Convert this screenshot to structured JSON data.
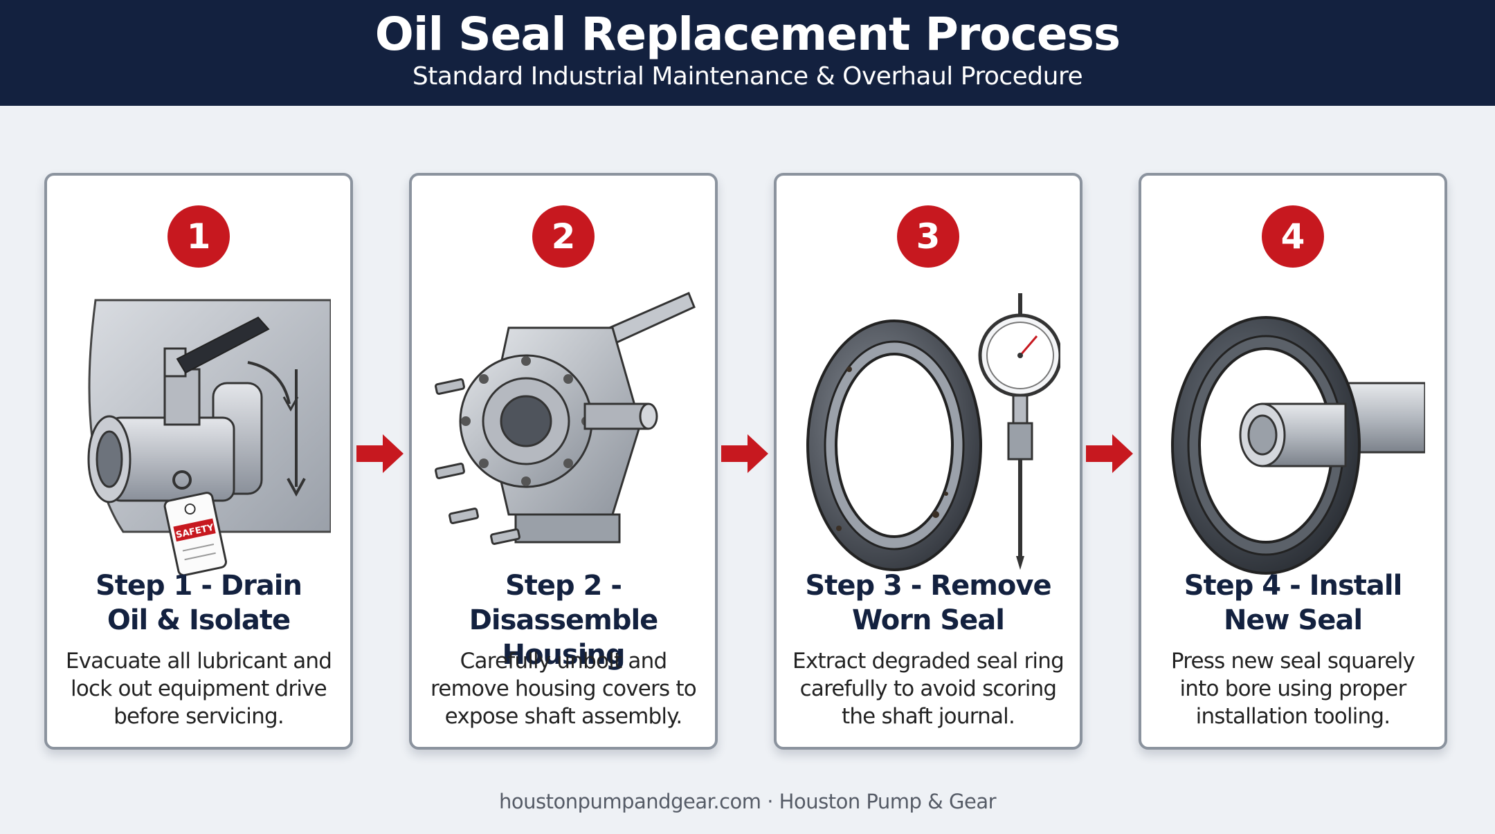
{
  "header": {
    "title": "Oil Seal Replacement Process",
    "subtitle": "Standard Industrial Maintenance & Overhaul Procedure"
  },
  "steps": [
    {
      "number": "1",
      "title_line1": "Step 1 - Drain",
      "title_line2": "Oil & Isolate",
      "description": "Evacuate all lubricant and lock out equipment drive before servicing.",
      "illustration": "drain-valve-lockout-icon",
      "tag_label": "SAFETY"
    },
    {
      "number": "2",
      "title_line1": "Step 2 -",
      "title_line2": "Disassemble Housing",
      "description": "Carefully unbolt and remove housing covers to expose shaft assembly.",
      "illustration": "pump-housing-wrench-icon"
    },
    {
      "number": "3",
      "title_line1": "Step 3 - Remove",
      "title_line2": "Worn Seal",
      "description": "Extract degraded seal ring carefully to avoid scoring the shaft journal.",
      "illustration": "worn-seal-dial-gauge-icon"
    },
    {
      "number": "4",
      "title_line1": "Step 4 - Install",
      "title_line2": "New Seal",
      "description": "Press new seal squarely into bore using proper installation tooling.",
      "illustration": "new-seal-on-shaft-icon"
    }
  ],
  "footer": {
    "text": "houstonpumpandgear.com · Houston Pump & Gear"
  },
  "colors": {
    "header_bg": "#13213f",
    "accent_red": "#c7181f",
    "card_border": "#8b939e",
    "page_bg": "#eef1f5"
  }
}
